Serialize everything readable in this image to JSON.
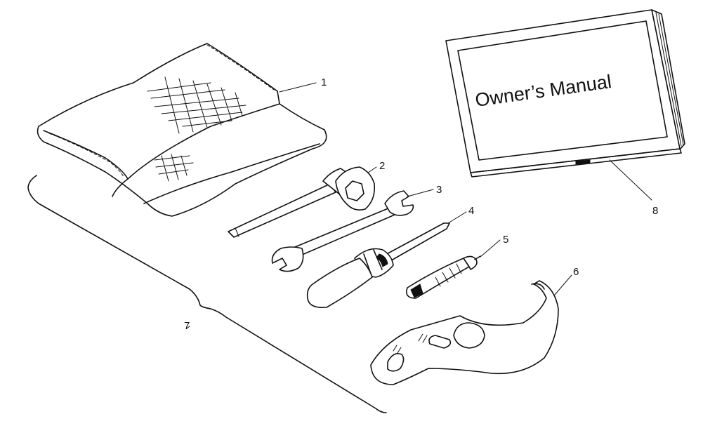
{
  "manual": {
    "cover_title": "Owner’s Manual"
  },
  "callouts": {
    "tool_pouch": "1",
    "socket_wrench": "2",
    "open_end_wrench": "3",
    "screwdriver": "4",
    "screwdriver_bit": "5",
    "spanner_wrench": "6",
    "tool_kit": "7",
    "owners_manual": "8"
  }
}
